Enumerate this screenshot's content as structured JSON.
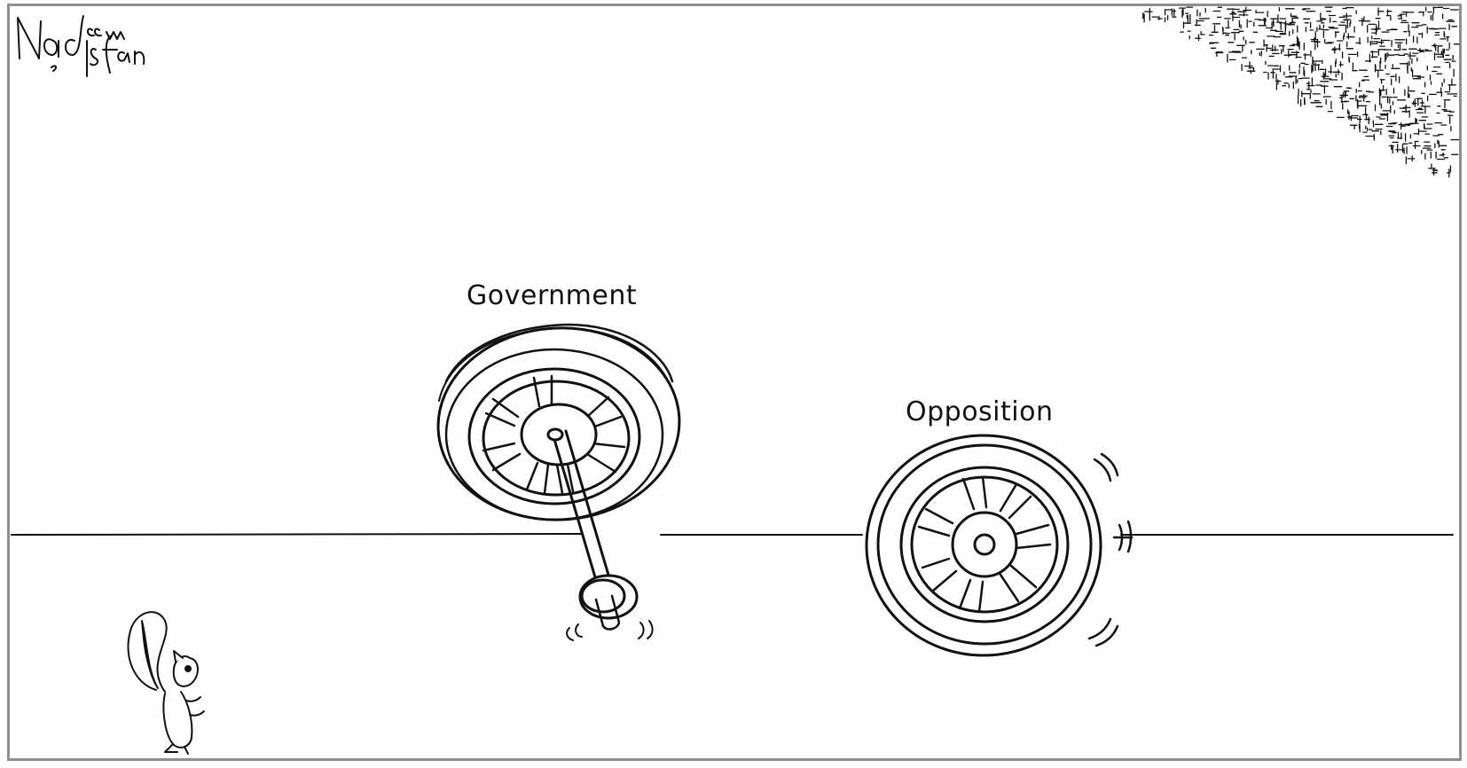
{
  "cartoon": {
    "signature": "Nadeem Isfan",
    "labels": {
      "government": "Government",
      "opposition": "Opposition"
    },
    "colors": {
      "ink": "#111111",
      "border": "#8f8f8f",
      "background": "#ffffff"
    }
  }
}
